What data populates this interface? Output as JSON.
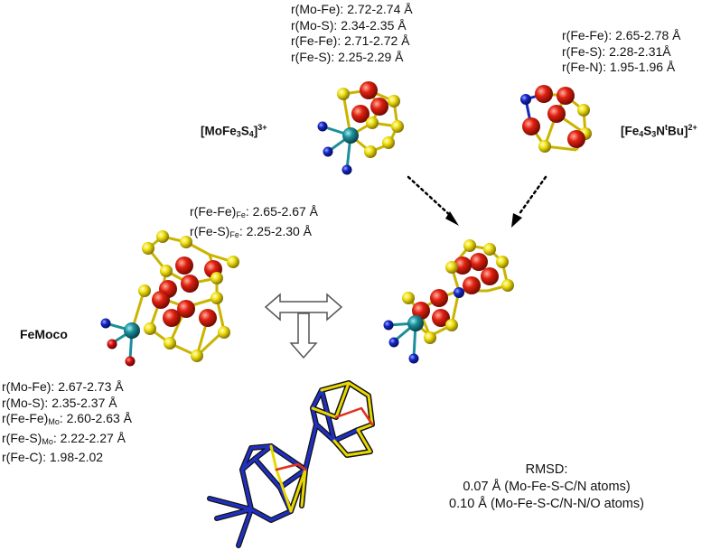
{
  "mofe": {
    "title": "[MoFe",
    "t_sub1": "3",
    "t_mid": "S",
    "t_sub2": "4",
    "t_end": "]",
    "t_sup": "3+",
    "r1": "r(Mo-Fe): 2.72-2.74 Å",
    "r2": "r(Mo-S): 2.34-2.35 Å",
    "r3": "r(Fe-Fe): 2.71-2.72 Å",
    "r4": "r(Fe-S): 2.25-2.29 Å"
  },
  "fe4": {
    "title": "[Fe",
    "t_sub1": "4",
    "t_mid1": "S",
    "t_sub2": "3",
    "t_mid2": "N",
    "t_sup1": "t",
    "t_mid3": "Bu]",
    "t_sup2": "2+",
    "r1": "r(Fe-Fe): 2.65-2.78 Å",
    "r2": "r(Fe-S): 2.28-2.31Å",
    "r3": "r(Fe-N): 1.95-1.96 Å"
  },
  "femoco": {
    "title": "FeMoco",
    "top1_a": "r(Fe-Fe)",
    "top1_sub": "Fe",
    "top1_b": ": 2.65-2.67 Å",
    "top2_a": "r(Fe-S)",
    "top2_sub": "Fe",
    "top2_b": ": 2.25-2.30 Å",
    "b1": "r(Mo-Fe): 2.67-2.73 Å",
    "b2": "r(Mo-S): 2.35-2.37 Å",
    "b3_a": "r(Fe-Fe)",
    "b3_sub": "Mo",
    "b3_b": ": 2.60-2.63 Å",
    "b4_a": "r(Fe-S)",
    "b4_sub": "Mo",
    "b4_b": ": 2.22-2.27 Å",
    "b5": "r(Fe-C): 1.98-2.02"
  },
  "rmsd": {
    "title": "RMSD:",
    "line1": "0.07 Å (Mo-Fe-S-C/N atoms)",
    "line2": "0.10 Å (Mo-Fe-S-C/N-N/O atoms)"
  },
  "colors": {
    "fe": "#e02010",
    "s": "#f2e20a",
    "mo": "#1b8f9a",
    "n": "#1428c8",
    "o": "#d81010",
    "overlay_blue": "#2030c0",
    "overlay_yellow": "#e8d800",
    "overlay_black": "#111111",
    "overlay_red": "#e03020"
  }
}
